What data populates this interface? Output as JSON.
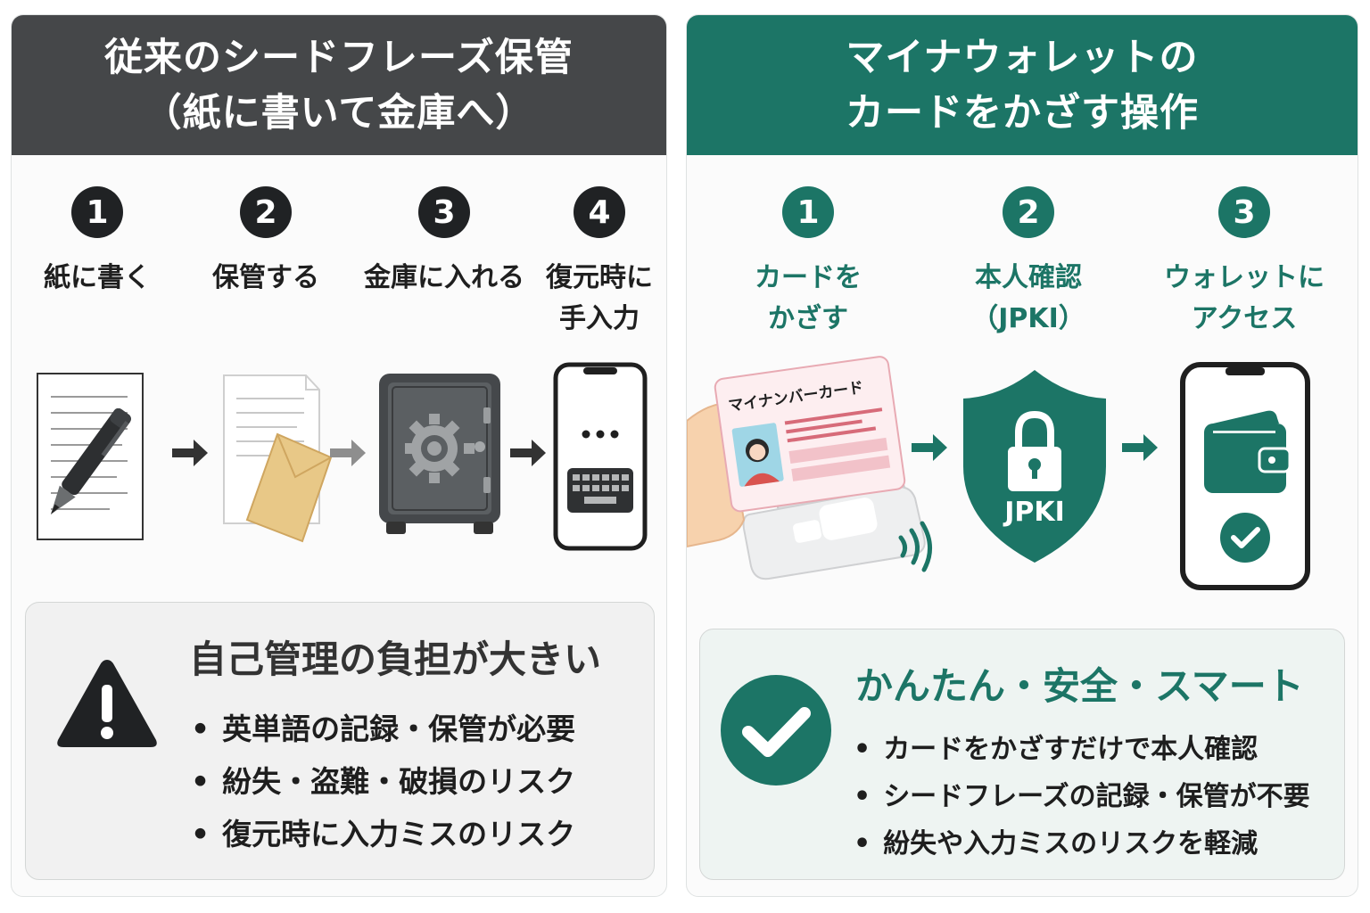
{
  "left": {
    "title_lines": [
      "従来のシードフレーズ保管",
      "（紙に書いて金庫へ）"
    ],
    "steps": [
      {
        "num": "1",
        "label_lines": [
          "紙に書く"
        ]
      },
      {
        "num": "2",
        "label_lines": [
          "保管する"
        ]
      },
      {
        "num": "3",
        "label_lines": [
          "金庫に入れる"
        ]
      },
      {
        "num": "4",
        "label_lines": [
          "復元時に",
          "手入力"
        ]
      }
    ],
    "summary": {
      "title": "自己管理の負担が大きい",
      "bullets": [
        "英単語の記録・保管が必要",
        "紛失・盗難・破損のリスク",
        "復元時に入力ミスのリスク"
      ],
      "icon": "warning-icon"
    },
    "colors": {
      "header": "#454749",
      "number": "#202224"
    }
  },
  "right": {
    "title_lines": [
      "マイナウォレットの",
      "カードをかざす操作"
    ],
    "steps": [
      {
        "num": "1",
        "label_lines": [
          "カードを",
          "かざす"
        ]
      },
      {
        "num": "2",
        "label_lines": [
          "本人確認",
          "（JPKI）"
        ]
      },
      {
        "num": "3",
        "label_lines": [
          "ウォレットに",
          "アクセス"
        ]
      }
    ],
    "card_text": "マイナンバーカード",
    "shield_text": "JPKI",
    "summary": {
      "title": "かんたん・安全・スマート",
      "bullets": [
        "カードをかざすだけで本人確認",
        "シードフレーズの記録・保管が不要",
        "紛失や入力ミスのリスクを軽減"
      ],
      "icon": "check-circle-icon"
    },
    "colors": {
      "header": "#1c7566",
      "accent": "#1c7566"
    }
  }
}
